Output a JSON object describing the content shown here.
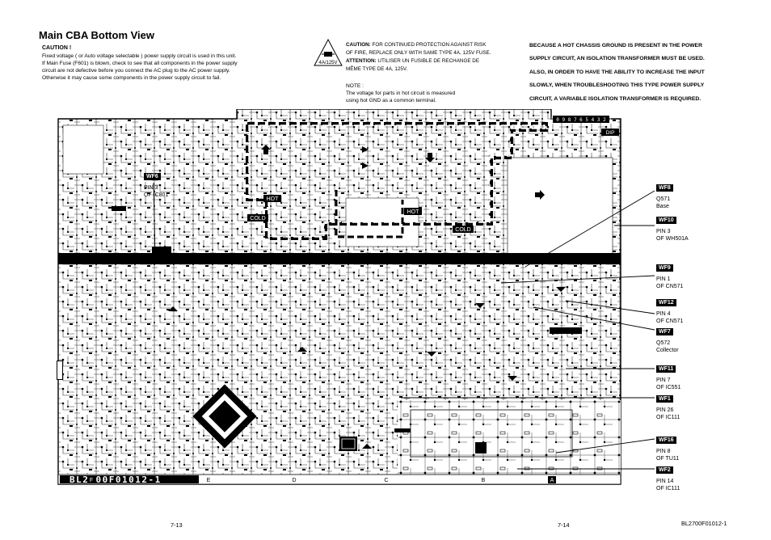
{
  "title": "Main CBA Bottom View",
  "caution": {
    "heading": "CAUTION !",
    "lines": [
      "Fixed voltage ( or Auto voltage selectable ) power supply circuit is used in this unit.",
      "If Main Fuse (F601) is blown, check to see that all components in the power supply",
      "circuit are not defective before you connect the AC plug to the AC power supply.",
      "Otherwise it may cause some components in the power supply circuit to fail."
    ]
  },
  "fuse_warning": {
    "symbol_label": "4A/125V",
    "caution_label": "CAUTION:",
    "caution_line1": "FOR CONTINUED PROTECTION AGAINST RISK",
    "caution_line2": "OF FIRE, REPLACE ONLY WITH SAME TYPE 4A, 125V FUSE.",
    "attention_label": "ATTENTION:",
    "attention_line1": "UTILISER UN FUSIBLE DE RECHANGE DE",
    "attention_line2": "MÊME TYPE DE 4A, 125V."
  },
  "hot_chassis_note": [
    "BECAUSE A HOT CHASSIS GROUND IS PRESENT IN THE POWER",
    "SUPPLY CIRCUIT, AN ISOLATION TRANSFORMER MUST BE USED.",
    "ALSO, IN ORDER TO HAVE THE ABILITY TO INCREASE THE INPUT",
    "SLOWLY, WHEN TROUBLESHOOTING THIS TYPE POWER SUPPLY",
    "CIRCUIT, A VARIABLE ISOLATION TRANSFORMER IS REQUIRED."
  ],
  "note": {
    "heading": "NOTE :",
    "lines": [
      "The voltage for parts in hot circuit is measured",
      "using hot GND as a common terminal."
    ]
  },
  "board": {
    "marking": "BL2700F01012-1",
    "hot_label": "HOT",
    "cold_label": "COLD",
    "dip_label": "DIP",
    "pin_numbers": "1 0 9 8 7 6 5 4 3 2 1",
    "edge_letters": [
      "F",
      "E",
      "D",
      "C",
      "B",
      "A"
    ]
  },
  "waveforms": [
    {
      "tag": "WF6",
      "lines": [
        "PIN 3",
        "OF  IC801"
      ]
    },
    {
      "tag": "WF8",
      "lines": [
        "Q571",
        "Base"
      ]
    },
    {
      "tag": "WF10",
      "lines": [
        "PIN 3",
        "OF WH501A"
      ]
    },
    {
      "tag": "WF9",
      "lines": [
        "PIN 1",
        "OF  CN571"
      ]
    },
    {
      "tag": "WF12",
      "lines": [
        "PIN 4",
        "OF  CN571"
      ]
    },
    {
      "tag": "WF7",
      "lines": [
        "Q572",
        "Collector"
      ]
    },
    {
      "tag": "WF11",
      "lines": [
        "PIN 7",
        "OF  IC551"
      ]
    },
    {
      "tag": "WF1",
      "lines": [
        "PIN 26",
        "OF  IC111"
      ]
    },
    {
      "tag": "WF16",
      "lines": [
        "PIN 8",
        "OF TU11"
      ]
    },
    {
      "tag": "WF2",
      "lines": [
        "PIN 14",
        "OF  IC111"
      ]
    }
  ],
  "footer": {
    "page_left": "7-13",
    "page_right": "7-14",
    "doc_code": "BL2700F01012-1"
  }
}
